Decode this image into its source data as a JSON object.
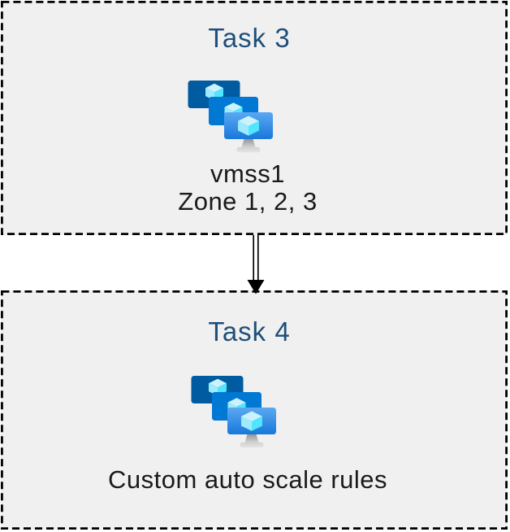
{
  "diagram": {
    "background_color": "#ffffff",
    "box_fill_color": "#f0f0f0",
    "box_border_color": "#000000",
    "box_border_style": "dashed",
    "title_color": "#1f4e79",
    "body_text_color": "#1a1a1a",
    "nodes": [
      {
        "id": "task3",
        "title": "Task 3",
        "icon": "vm-scale-set-icon",
        "lines": {
          "0": "vmss1",
          "1": "Zone 1, 2, 3"
        }
      },
      {
        "id": "task4",
        "title": "Task 4",
        "icon": "vm-scale-set-icon",
        "lines": {
          "0": "Custom auto scale rules"
        }
      }
    ],
    "connector": {
      "from": "task3",
      "to": "task4",
      "direction": "down",
      "line_style": "double-line",
      "arrowhead": "filled-triangle",
      "color": "#000000"
    },
    "icon_palette": {
      "back_monitor": "#005ba1",
      "middle_monitor": "#0078d4",
      "front_monitor_gradient": [
        "#5ba8f2",
        "#1878da"
      ],
      "cube_top": "#ccf2fe",
      "cube_left": "#9cebff",
      "cube_right": "#50e6ff",
      "stand_gray": "#c0c0c0"
    }
  }
}
